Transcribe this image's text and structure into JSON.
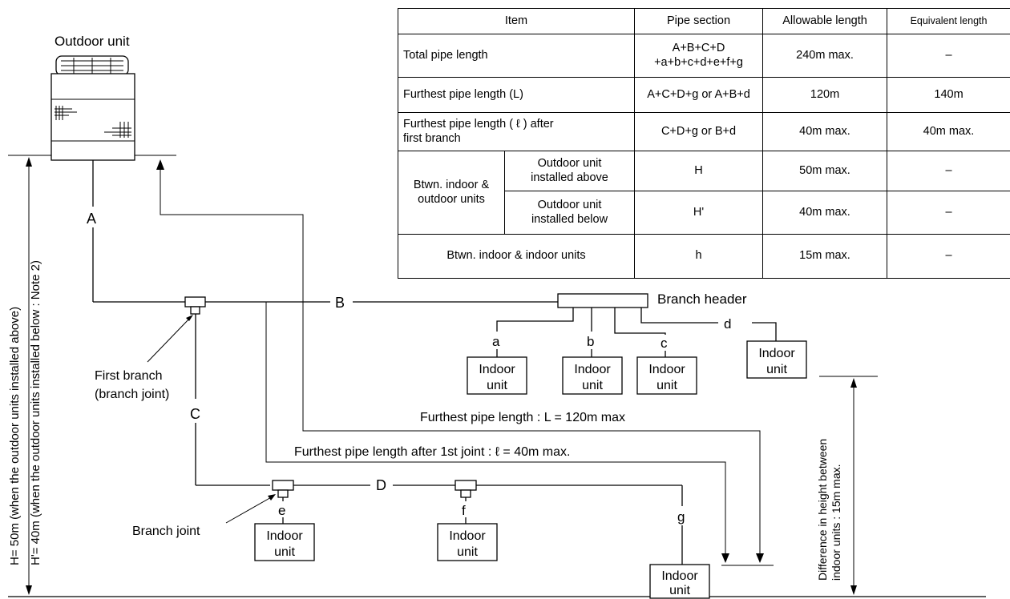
{
  "outdoor_unit_label": "Outdoor unit",
  "table": {
    "header": {
      "item": "Item",
      "pipe_section": "Pipe section",
      "allowable": "Allowable length",
      "equivalent": "Equivalent length"
    },
    "rows": [
      {
        "item": "Total pipe length",
        "pipe_line1": "A+B+C+D",
        "pipe_line2": "+a+b+c+d+e+f+g",
        "allowable": "240m max.",
        "equivalent": "–"
      },
      {
        "item": "Furthest pipe length (L)",
        "pipe": "A+C+D+g or A+B+d",
        "allowable": "120m",
        "equivalent": "140m"
      },
      {
        "item_line1": "Furthest pipe length ( ℓ ) after",
        "item_line2": "first branch",
        "pipe": "C+D+g or B+d",
        "allowable": "40m max.",
        "equivalent": "40m max."
      }
    ],
    "group": {
      "label_line1": "Btwn. indoor &",
      "label_line2": "outdoor units",
      "above": {
        "label_line1": "Outdoor unit",
        "label_line2": "installed above",
        "pipe": "H",
        "allowable": "50m max.",
        "equivalent": "–"
      },
      "below": {
        "label_line1": "Outdoor unit",
        "label_line2": "installed below",
        "pipe": "H'",
        "allowable": "40m max.",
        "equivalent": "–"
      }
    },
    "last_row": {
      "item": "Btwn. indoor & indoor units",
      "pipe": "h",
      "allowable": "15m max.",
      "equivalent": "–"
    }
  },
  "pipe_labels": {
    "A": "A",
    "B": "B",
    "C": "C",
    "D": "D",
    "a": "a",
    "b": "b",
    "c": "c",
    "d": "d",
    "e": "e",
    "f": "f",
    "g": "g"
  },
  "indoor_unit": {
    "line1": "Indoor",
    "line2": "unit"
  },
  "branch_header_label": "Branch header",
  "first_branch": {
    "line1": "First branch",
    "line2": "(branch joint)"
  },
  "branch_joint_label": "Branch joint",
  "furthest_L": "Furthest pipe length : L = 120m max",
  "furthest_l": "Furthest pipe length after 1st joint : ℓ = 40m max.",
  "height_H": "H=  50m (when the outdoor units installed above)",
  "height_H2": "H'= 40m (when the outdoor units installed below : Note 2)",
  "indoor_diff": {
    "line1": "Difference in height between",
    "line2": "indoor units : 15m max."
  }
}
